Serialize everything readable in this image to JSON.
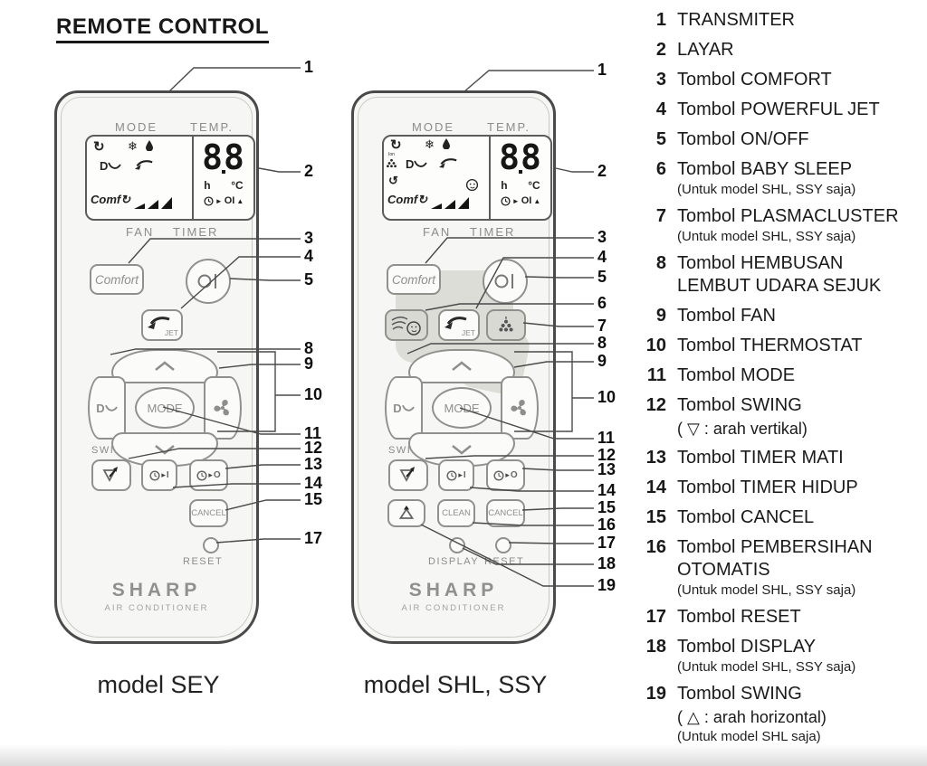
{
  "title": "REMOTE CONTROL",
  "colors": {
    "remote_body": "#f6f6f4",
    "remote_border": "#4a4a4a",
    "button_border": "#90908c",
    "shaded_button": "#d9d9d4",
    "leader_line": "#4a4a4a",
    "text": "#1a1a1a"
  },
  "remote1": {
    "model": "model SEY",
    "brand": "SHARP",
    "brand_sub": "AIR CONDITIONER",
    "lcd": {
      "mode": "MODE",
      "temp": "TEMP.",
      "fan": "FAN",
      "timer": "TIMER",
      "digits": "88",
      "hour": "h",
      "celsius": "°C",
      "comf": "Comf",
      "timer_symbols": "OI"
    },
    "buttons": {
      "comfort": "Comfort",
      "jet": "JET",
      "mode": "MODE",
      "swing": "SWING",
      "timer_on": "I",
      "timer_off": "O",
      "cancel": "CANCEL",
      "reset": "RESET"
    },
    "callouts": [
      "1",
      "2",
      "3",
      "4",
      "5",
      "8",
      "9",
      "10",
      "11",
      "12",
      "13",
      "14",
      "15",
      "17"
    ]
  },
  "remote2": {
    "model": "model SHL, SSY",
    "brand": "SHARP",
    "brand_sub": "AIR CONDITIONER",
    "lcd": {
      "mode": "MODE",
      "temp": "TEMP.",
      "fan": "FAN",
      "timer": "TIMER",
      "digits": "88",
      "hour": "h",
      "celsius": "°C",
      "comf": "Comf",
      "ion": "Ion",
      "timer_symbols": "OI"
    },
    "buttons": {
      "comfort": "Comfort",
      "jet": "JET",
      "mode": "MODE",
      "swing": "SWING",
      "timer_on": "I",
      "timer_off": "O",
      "clean": "CLEAN",
      "cancel": "CANCEL",
      "display": "DISPLAY",
      "reset": "RESET"
    },
    "callouts": [
      "1",
      "2",
      "3",
      "4",
      "5",
      "6",
      "7",
      "8",
      "9",
      "10",
      "11",
      "12",
      "13",
      "14",
      "15",
      "16",
      "17",
      "18",
      "19"
    ]
  },
  "legend": {
    "items": [
      {
        "num": "1",
        "text": "TRANSMITER"
      },
      {
        "num": "2",
        "text": "LAYAR"
      },
      {
        "num": "3",
        "text": "Tombol COMFORT"
      },
      {
        "num": "4",
        "text": "Tombol POWERFUL JET"
      },
      {
        "num": "5",
        "text": "Tombol ON/OFF"
      },
      {
        "num": "6",
        "text": "Tombol BABY SLEEP",
        "note": "(Untuk model SHL, SSY saja)"
      },
      {
        "num": "7",
        "text": "Tombol PLASMACLUSTER",
        "note": "(Untuk model SHL, SSY saja)"
      },
      {
        "num": "8",
        "text": "Tombol HEMBUSAN LEMBUT UDARA SEJUK"
      },
      {
        "num": "9",
        "text": "Tombol FAN"
      },
      {
        "num": "10",
        "text": "Tombol THERMOSTAT"
      },
      {
        "num": "11",
        "text": "Tombol MODE"
      },
      {
        "num": "12",
        "text": "Tombol SWING",
        "sub": "( ▽ : arah vertikal)"
      },
      {
        "num": "13",
        "text": "Tombol TIMER MATI"
      },
      {
        "num": "14",
        "text": "Tombol TIMER HIDUP"
      },
      {
        "num": "15",
        "text": "Tombol CANCEL"
      },
      {
        "num": "16",
        "text": "Tombol PEMBERSIHAN OTOMATIS",
        "note": "(Untuk model SHL, SSY saja)"
      },
      {
        "num": "17",
        "text": "Tombol RESET"
      },
      {
        "num": "18",
        "text": "Tombol DISPLAY",
        "note": "(Untuk model SHL, SSY saja)"
      },
      {
        "num": "19",
        "text": "Tombol SWING",
        "sub": "( △ : arah horizontal)",
        "note": "(Untuk model SHL saja)"
      }
    ]
  }
}
